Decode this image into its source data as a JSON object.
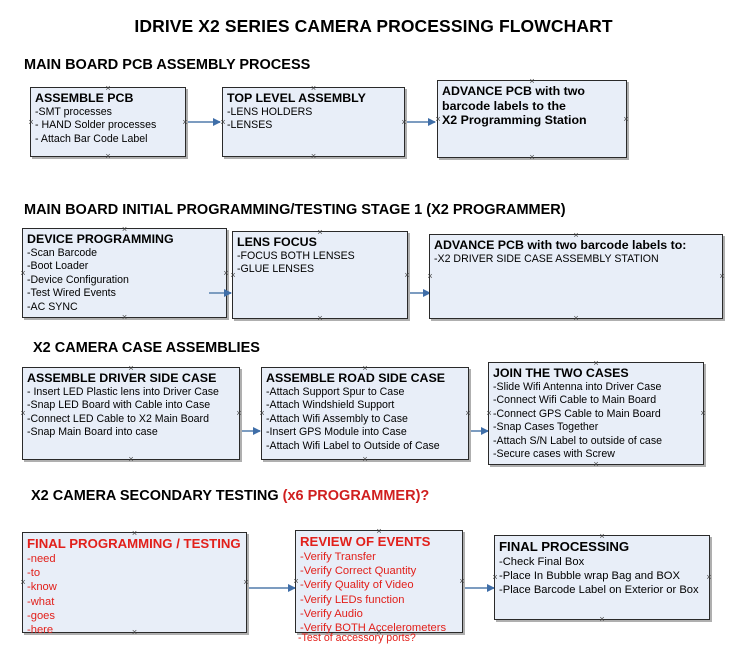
{
  "document": {
    "title": "IDRIVE X2  SERIES CAMERA PROCESSING FLOWCHART"
  },
  "colors": {
    "node_fill": "#e8eef8",
    "node_border": "#2a2a2a",
    "connector": "#7c9cc0",
    "arrow_head": "#3f6ea8",
    "red_text": "#e2201b",
    "accent_red": "#d01f1f",
    "background": "#ffffff"
  },
  "sections": [
    {
      "heading": "MAIN BOARD PCB ASSEMBLY PROCESS",
      "heading_accent": "",
      "nodes": [
        {
          "title": "ASSEMBLE PCB",
          "lines": [
            "-SMT processes",
            "- HAND Solder processes",
            "- Attach Bar Code Label"
          ]
        },
        {
          "title": "TOP LEVEL ASSEMBLY",
          "lines": [
            "-LENS HOLDERS",
            "-LENSES"
          ]
        },
        {
          "title": "ADVANCE PCB with two",
          "lines": [
            "barcode labels to the",
            " X2 Programming Station"
          ]
        }
      ]
    },
    {
      "heading": "MAIN BOARD INITIAL PROGRAMMING/TESTING STAGE 1 (X2 PROGRAMMER)",
      "heading_accent": "",
      "nodes": [
        {
          "title": "DEVICE PROGRAMMING",
          "lines": [
            "-Scan Barcode",
            "-Boot Loader",
            "-Device Configuration",
            "-Test Wired Events",
            "-AC SYNC"
          ]
        },
        {
          "title": "LENS FOCUS",
          "lines": [
            "-FOCUS BOTH LENSES",
            "-GLUE LENSES"
          ]
        },
        {
          "title": "ADVANCE PCB with two barcode labels to:",
          "lines": [
            "-X2 DRIVER  SIDE  CASE  ASSEMBLY STATION"
          ]
        }
      ]
    },
    {
      "heading": "X2 CAMERA CASE ASSEMBLIES",
      "heading_accent": "",
      "nodes": [
        {
          "title": "ASSEMBLE DRIVER SIDE CASE",
          "lines": [
            "- Insert LED Plastic lens into Driver Case",
            "-Snap LED Board with Cable into Case",
            "-Connect LED Cable to X2 Main Board",
            "-Snap Main Board into case"
          ]
        },
        {
          "title": "ASSEMBLE ROAD SIDE CASE",
          "lines": [
            "-Attach Support Spur to Case",
            "-Attach Windshield Support",
            "-Attach Wifi Assembly to Case",
            "-Insert GPS Module into Case",
            "-Attach Wifi Label to Outside of Case"
          ]
        },
        {
          "title": "JOIN THE TWO CASES",
          "lines": [
            "-Slide Wifi Antenna into Driver Case",
            "-Connect Wifi Cable to Main Board",
            "-Connect GPS Cable to Main Board",
            "-Snap Cases Together",
            "-Attach S/N Label to outside of case",
            "-Secure cases with Screw"
          ]
        }
      ]
    },
    {
      "heading": "X2 CAMERA SECONDARY TESTING ",
      "heading_accent": "(x6 PROGRAMMER)?",
      "nodes": [
        {
          "title": "FINAL PROGRAMMING / TESTING",
          "lines": [
            "-need",
            "-to",
            "-know",
            "-what",
            "-goes",
            "-here"
          ]
        },
        {
          "title": "REVIEW OF EVENTS",
          "lines": [
            "-Verify Transfer",
            "-Verify Correct Quantity",
            "-Verify Quality of Video",
            "-Verify LEDs function",
            "-Verify Audio",
            "-Verify BOTH Accelerometers"
          ],
          "overflow_line": "-Test of accessory ports?"
        },
        {
          "title": "FINAL PROCESSING",
          "lines": [
            " -Check Final Box",
            "-Place In Bubble wrap Bag and BOX",
            "-Place Barcode Label on Exterior or Box"
          ]
        }
      ]
    }
  ]
}
